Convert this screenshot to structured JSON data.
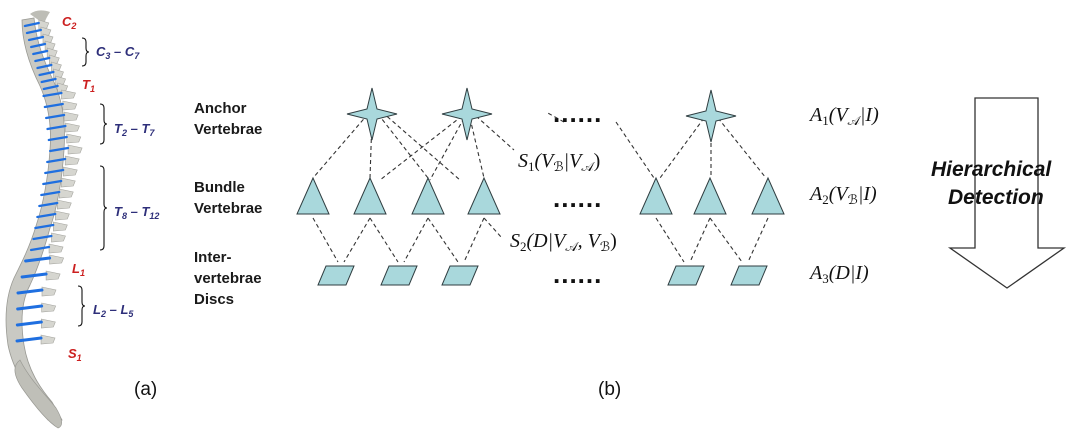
{
  "panel_a": {
    "caption": "(a)",
    "labels": [
      {
        "id": "c2",
        "main": "C",
        "sub": "2",
        "color": "#cc2020"
      },
      {
        "id": "c3c7",
        "main": "C",
        "sub": "3",
        "dash": " – ",
        "main2": "C",
        "sub2": "7",
        "color": "#2e2f7a"
      },
      {
        "id": "t1",
        "main": "T",
        "sub": "1",
        "color": "#cc2020"
      },
      {
        "id": "t2t7",
        "main": "T",
        "sub": "2",
        "dash": " – ",
        "main2": "T",
        "sub2": "7",
        "color": "#2e2f7a"
      },
      {
        "id": "t8t12",
        "main": "T",
        "sub": "8",
        "dash": " – ",
        "main2": "T",
        "sub2": "12",
        "color": "#2e2f7a"
      },
      {
        "id": "l1",
        "main": "L",
        "sub": "1",
        "color": "#cc2020"
      },
      {
        "id": "l2l5",
        "main": "L",
        "sub": "2",
        "dash": " – ",
        "main2": "L",
        "sub2": "5",
        "color": "#2e2f7a"
      },
      {
        "id": "s1",
        "main": "S",
        "sub": "1",
        "color": "#cc2020"
      }
    ],
    "disc_color": "#1f6fe0",
    "bone_color": "#c9c9c3"
  },
  "panel_b": {
    "caption": "(b)",
    "rows": {
      "anchor": {
        "line1": "Anchor",
        "line2": "Vertebrae"
      },
      "bundle": {
        "line1": "Bundle",
        "line2": "Vertebrae"
      },
      "disc": {
        "line1": "Inter-",
        "line2": "vertebrae",
        "line3": "Discs"
      }
    },
    "dots": "......",
    "node_color": "#a9d8dc",
    "formulas": {
      "a1": {
        "name": "A",
        "sub": "1",
        "open": "(V",
        "sub2": "𝒜",
        "rest": "|I)"
      },
      "a2": {
        "name": "A",
        "sub": "2",
        "open": "(V",
        "sub2": "ℬ",
        "rest": "|I)"
      },
      "a3": {
        "name": "A",
        "sub": "3",
        "open": "(D|I)"
      },
      "s1": {
        "name": "S",
        "sub": "1",
        "open": "(V",
        "sub2": "ℬ",
        "mid": "|V",
        "sub3": "𝒜",
        "close": ")"
      },
      "s2": {
        "name": "S",
        "sub": "2",
        "open": "(D|V",
        "sub2": "𝒜",
        "mid": ", V",
        "sub3": "ℬ",
        "close": ")"
      }
    }
  },
  "arrow": {
    "line1": "Hierarchical",
    "line2": "Detection"
  }
}
